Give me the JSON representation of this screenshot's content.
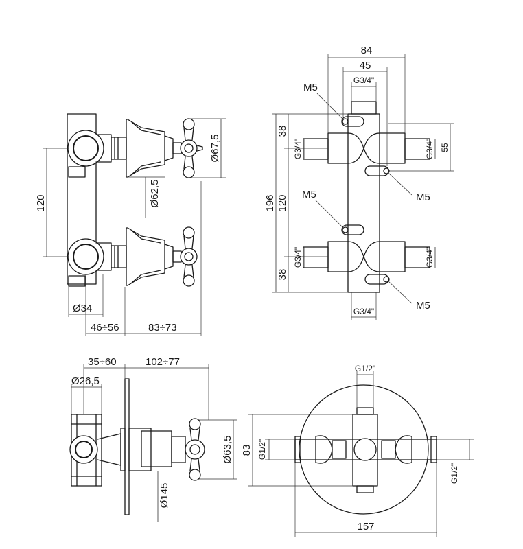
{
  "front_view": {
    "height_dim": "120",
    "inlet_diameter": "Ø34",
    "depth_range": "46÷56",
    "handle_range": "83÷73",
    "handle_diameter": "Ø67,5",
    "rosette_diameter": "Ø62,5"
  },
  "back_view": {
    "overall_width": "84",
    "inner_width": "45",
    "top_outlet": "G3/4\"",
    "total_height": "196",
    "center_spacing": "120",
    "top_offset": "38",
    "bottom_offset": "38",
    "right_spacing": "55",
    "left_top_thread": "G3/4\"",
    "right_top_thread": "G3/4\"",
    "left_bottom_thread": "G3/4\"",
    "right_bottom_thread": "G3/4\"",
    "bottom_outlet": "G3/4\"",
    "screw_top_left": "M5",
    "screw_mid_right": "M5",
    "screw_mid_left": "M5",
    "screw_bottom_right": "M5"
  },
  "side_view": {
    "depth_range": "35÷60",
    "handle_range": "102÷77",
    "outlet_diameter": "Ø26,5",
    "handle_diameter": "Ø63,5",
    "plate_diameter": "Ø145"
  },
  "plan_view": {
    "top_thread": "G1/2\"",
    "left_thread": "G1/2\"",
    "right_thread": "G1/2\"",
    "height_dim": "83",
    "width_dim": "157"
  }
}
